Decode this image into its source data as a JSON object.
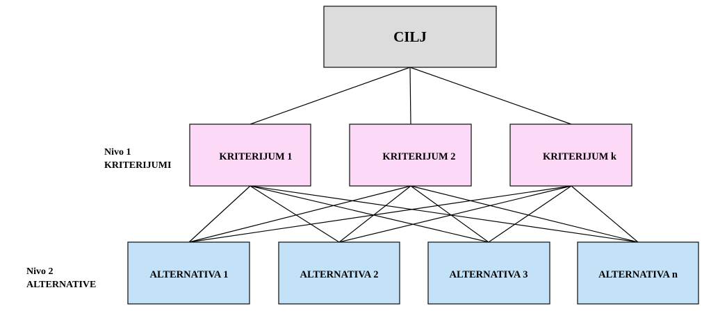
{
  "diagram": {
    "goal": {
      "label": "CILJ"
    },
    "criteria": [
      {
        "label": "KRITERIJUM 1"
      },
      {
        "label": "KRITERIJUM 2"
      },
      {
        "label": "KRITERIJUM k"
      }
    ],
    "alternatives": [
      {
        "label": "ALTERNATIVA 1"
      },
      {
        "label": "ALTERNATIVA 2"
      },
      {
        "label": "ALTERNATIVA 3"
      },
      {
        "label": "ALTERNATIVA n"
      }
    ],
    "levels": {
      "level1": {
        "line1": "Nivo 1",
        "line2": "KRITERIJUMI"
      },
      "level2": {
        "line1": "Nivo 2",
        "line2": "ALTERNATIVE"
      }
    },
    "colors": {
      "goal_fill": "#dcdcdc",
      "criteria_fill": "#fbd9f7",
      "alternative_fill": "#c4e2f7"
    }
  }
}
